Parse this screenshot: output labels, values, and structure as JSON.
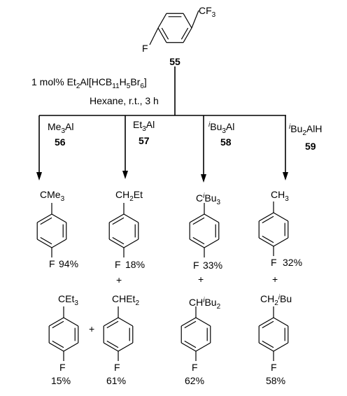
{
  "start": {
    "substituent": "CF",
    "substituent_sub": "3",
    "halogen": "F",
    "number": "55"
  },
  "conditions": {
    "catalyst": {
      "prefix": "1 mol% Et",
      "s1": "2",
      "mid1": "Al[HCB",
      "s2": "11",
      "mid2": "H",
      "s3": "5",
      "mid3": "Br",
      "s4": "6",
      "suffix": "]"
    },
    "solvent": "Hexane, r.t., 3 h"
  },
  "columns": [
    {
      "reagent": {
        "a": "Me",
        "a_sub": "3",
        "b": "Al",
        "iso": false
      },
      "number": "56",
      "product1": {
        "group": "CMe",
        "group_sub": "3",
        "iso": false,
        "halogen": "F",
        "yield": "94%"
      },
      "product2": {
        "group": "CEt",
        "group_sub": "3",
        "iso": false,
        "halogen": "F",
        "yield": "15%"
      },
      "product3": {
        "group": "CHEt",
        "group_sub": "2",
        "iso": false,
        "halogen": "F",
        "yield": "61%"
      }
    },
    {
      "reagent": {
        "a": "Et",
        "a_sub": "3",
        "b": "Al",
        "iso": false
      },
      "number": "57",
      "product1": {
        "group": "CH",
        "group_sub": "2",
        "group_tail": "Et",
        "iso": false,
        "halogen": "F",
        "yield": "18%"
      },
      "plus": "+"
    },
    {
      "reagent": {
        "a": "Bu",
        "a_sub": "3",
        "b": "Al",
        "iso": true,
        "iso_mark": "i"
      },
      "number": "58",
      "product1": {
        "group": "C",
        "iso_mark": "i",
        "group_tail": "Bu",
        "group_sub": "3",
        "halogen": "F",
        "yield": "33%"
      },
      "plus": "+",
      "product2": {
        "group": "CH",
        "iso_mark": "i",
        "group_tail": "Bu",
        "group_sub": "2",
        "halogen": "F",
        "yield": "62%"
      }
    },
    {
      "reagent": {
        "a": "Bu",
        "a_sub": "2",
        "b": "AlH",
        "iso": true,
        "iso_mark": "i"
      },
      "number": "59",
      "product1": {
        "group": "CH",
        "group_sub": "3",
        "halogen": "F",
        "yield": "32%"
      },
      "plus": "+",
      "product2": {
        "group": "CH",
        "group_sub": "2",
        "iso_mark": "i",
        "group_tail": "Bu",
        "halogen": "F",
        "yield": "58%"
      }
    }
  ],
  "plus_between": "+"
}
